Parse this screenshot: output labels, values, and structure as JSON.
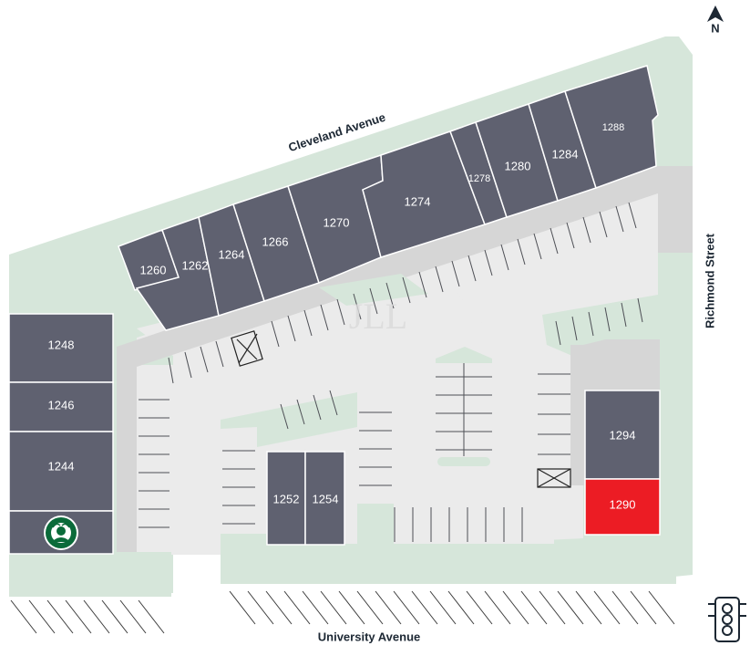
{
  "compass": {
    "label": "N"
  },
  "streets": {
    "north": "Cleveland Avenue",
    "east": "Richmond Street",
    "south": "University Avenue"
  },
  "watermark": "JLL",
  "colors": {
    "unit": "#5f6170",
    "highlight": "#ec1c24",
    "green": "#d6e6da",
    "lot": "#ebebeb",
    "drive": "#d6d6d6"
  },
  "units": {
    "u1244": "1244",
    "u1246": "1246",
    "u1248": "1248",
    "u1252": "1252",
    "u1254": "1254",
    "u1260": "1260",
    "u1262": "1262",
    "u1264": "1264",
    "u1266": "1266",
    "u1270": "1270",
    "u1274": "1274",
    "u1278": "1278",
    "u1280": "1280",
    "u1284": "1284",
    "u1288": "1288",
    "u1290": "1290",
    "u1294": "1294"
  },
  "highlighted_unit": "1290",
  "icons": {
    "compass": "north-arrow-icon",
    "tenant_logo": "coffee-logo-icon",
    "signal": "traffic-light-icon",
    "loading": "loading-zone-icon"
  }
}
